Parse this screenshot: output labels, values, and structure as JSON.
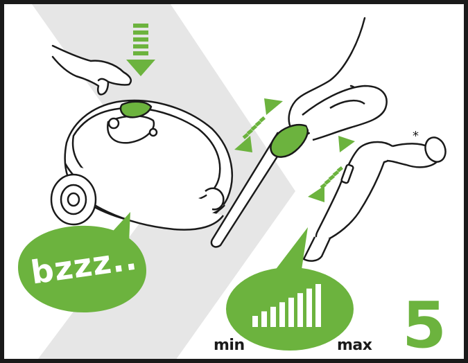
{
  "bubble": {
    "text": "bzzz.."
  },
  "power_scale": {
    "min_label": "min",
    "max_label": "max",
    "bar_count": 8
  },
  "step": {
    "number": "5"
  },
  "footnote": {
    "marker": "*"
  },
  "colors": {
    "accent_green": "#6cb33e",
    "outline": "#1a1a1a",
    "background_stripe": "#e6e6e6",
    "body_grey": "#ffffff"
  },
  "icons": [
    "hand-press-icon",
    "down-arrow-icon",
    "vacuum-cleaner-icon",
    "hand-slide-icon",
    "telescopic-tube-icon",
    "handle-slider-icon",
    "hose-handle-icon",
    "double-arrow-icon",
    "power-level-bars-icon"
  ]
}
